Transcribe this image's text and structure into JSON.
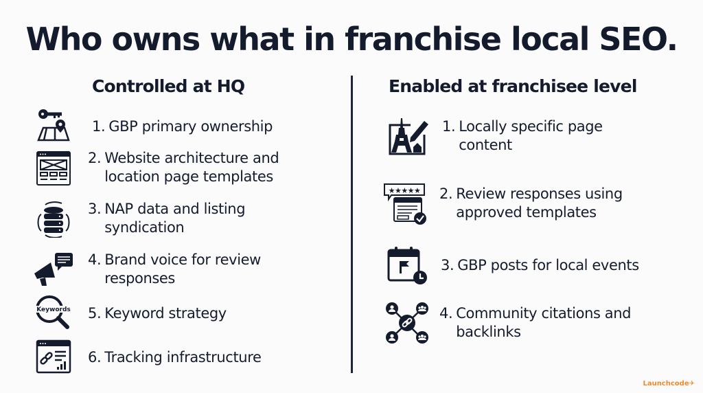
{
  "title": "Who owns what in franchise local SEO.",
  "colors": {
    "ink": "#141b2d",
    "background": "#fbfbfb",
    "brand": "#f0892a"
  },
  "left": {
    "heading": "Controlled at HQ",
    "items": [
      {
        "num": "1.",
        "text": "GBP primary ownership",
        "icon": "key-map-pin-icon"
      },
      {
        "num": "2.",
        "text": "Website architecture and\nlocation page templates",
        "icon": "website-wireframe-icon"
      },
      {
        "num": "3.",
        "text": "NAP data and listing\nsyndication",
        "icon": "database-sync-icon"
      },
      {
        "num": "4.",
        "text": "Brand voice for review\nresponses",
        "icon": "megaphone-chat-icon"
      },
      {
        "num": "5.",
        "text": "Keyword strategy",
        "icon": "keywords-magnifier-icon"
      },
      {
        "num": "6.",
        "text": "Tracking infrastructure",
        "icon": "browser-link-chart-icon"
      }
    ]
  },
  "right": {
    "heading": "Enabled at franchisee level",
    "items": [
      {
        "num": "1.",
        "text": "Locally specific page\ncontent",
        "icon": "eiffel-tower-edit-icon"
      },
      {
        "num": "2.",
        "text": "Review responses using\napproved templates",
        "icon": "review-stars-check-icon"
      },
      {
        "num": "3.",
        "text": "GBP posts for local events",
        "icon": "calendar-flag-clock-icon"
      },
      {
        "num": "4.",
        "text": "Community citations and\nbacklinks",
        "icon": "community-link-network-icon"
      }
    ]
  },
  "brand": {
    "name": "Launchcode",
    "glyph": "✈"
  }
}
